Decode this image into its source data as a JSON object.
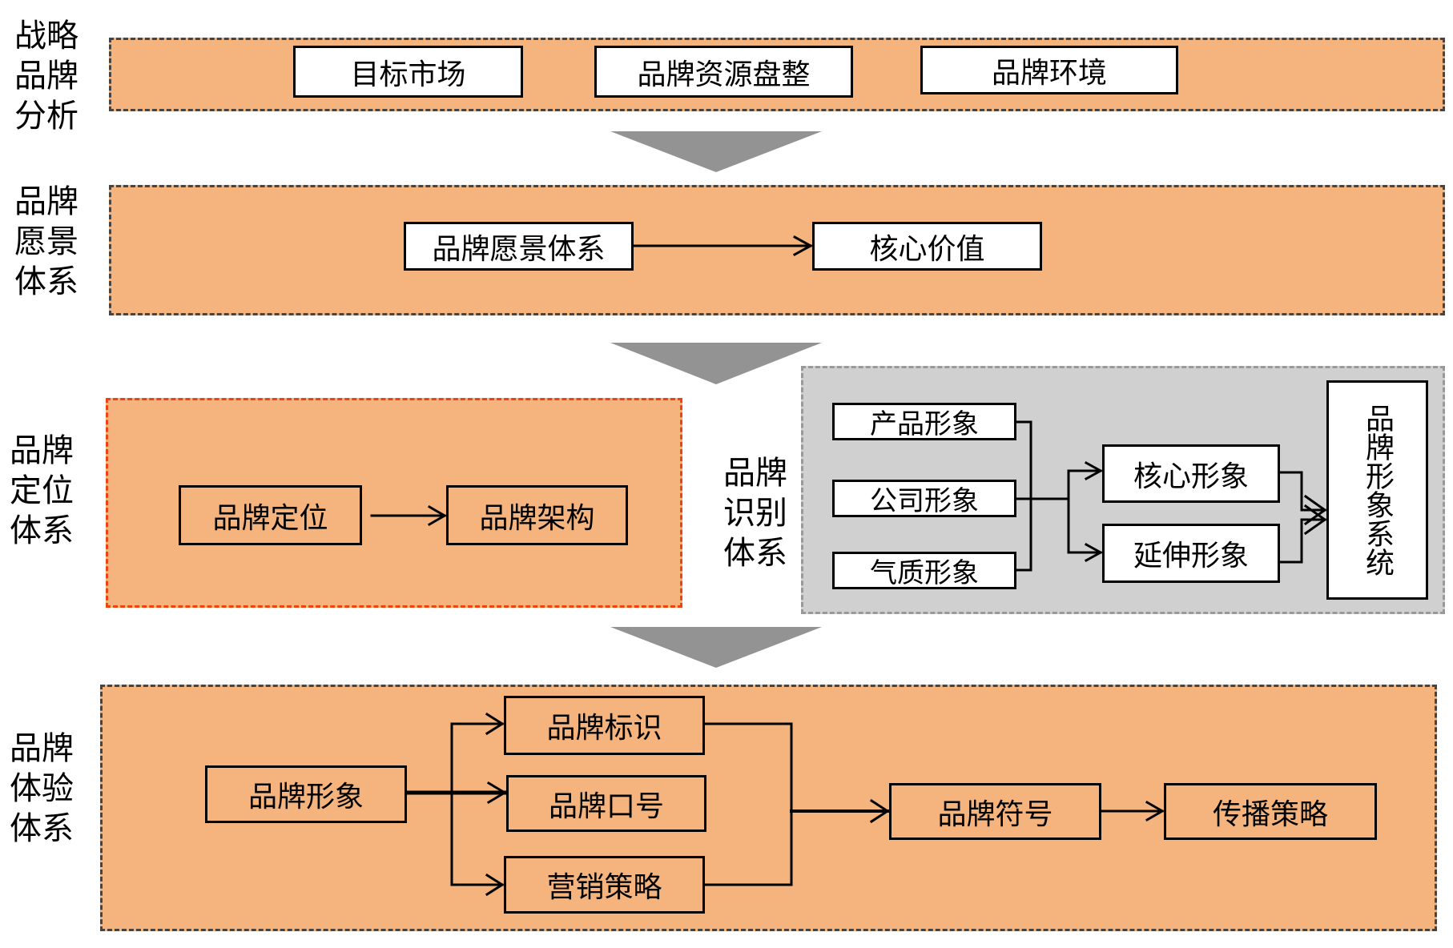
{
  "stages": [
    {
      "label": "战略\n品牌\n分析",
      "label_lines": [
        "战略",
        "品牌",
        "分析"
      ],
      "nodes": [
        "目标市场",
        "品牌资源盘整",
        "品牌环境"
      ]
    },
    {
      "label_lines": [
        "品牌",
        "愿景",
        "体系"
      ],
      "nodes": [
        "品牌愿景体系",
        "核心价值"
      ]
    },
    {
      "positioning": {
        "label_lines": [
          "品牌",
          "定位",
          "体系"
        ],
        "nodes": [
          "品牌定位",
          "品牌架构"
        ]
      },
      "identity": {
        "label_lines": [
          "品牌",
          "识别",
          "体系"
        ],
        "inputs": [
          "产品形象",
          "公司形象",
          "气质形象"
        ],
        "middle": [
          "核心形象",
          "延伸形象"
        ],
        "output": "品牌形象系统"
      }
    },
    {
      "label_lines": [
        "品牌",
        "体验",
        "体系"
      ],
      "source": "品牌形象",
      "branches": [
        "品牌标识",
        "品牌口号",
        "营销策略"
      ],
      "symbol": "品牌符号",
      "final": "传播策略"
    }
  ],
  "colors": {
    "section_fill": "#f5b37e",
    "section_border": "#444444",
    "positioning_border": "#ee4411",
    "identity_fill": "#d0d0d0",
    "identity_border": "#999999",
    "flow_arrow": "#939393"
  }
}
